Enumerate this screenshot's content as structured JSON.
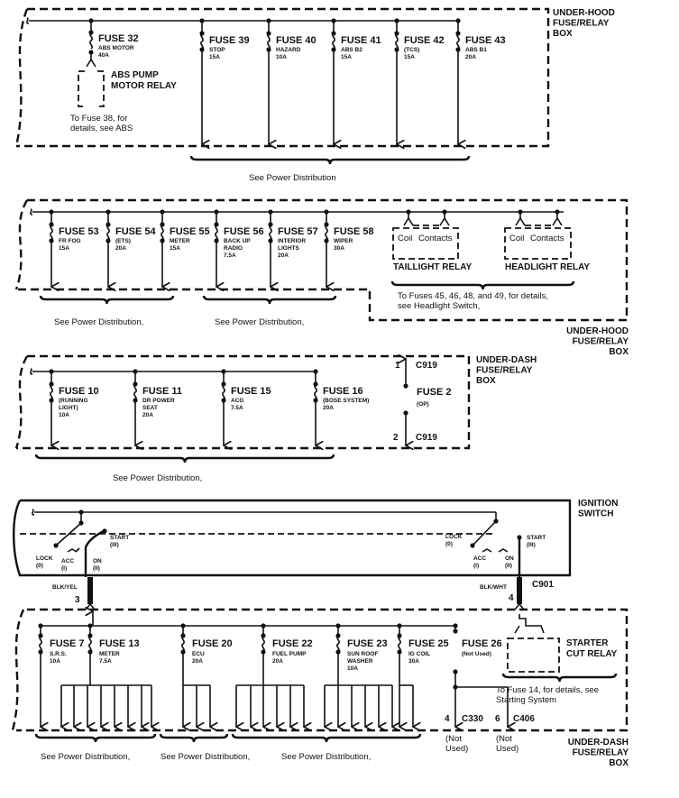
{
  "sections": [
    {
      "box_label": [
        "UNDER-HOOD",
        "FUSE/RELAY",
        "BOX"
      ],
      "fuses": [
        {
          "name": "FUSE 39",
          "desc": [
            "STOP",
            "15A"
          ]
        },
        {
          "name": "FUSE 40",
          "desc": [
            "HAZARD",
            "10A"
          ]
        },
        {
          "name": "FUSE 41",
          "desc": [
            "ABS B2",
            "15A"
          ]
        },
        {
          "name": "FUSE 42",
          "desc": [
            "(TCS)",
            "15A"
          ]
        },
        {
          "name": "FUSE 43",
          "desc": [
            "ABS B1",
            "20A"
          ]
        }
      ],
      "fuse32": {
        "name": "FUSE 32",
        "desc": [
          "ABS MOTOR",
          "40A"
        ]
      },
      "relay": [
        "ABS PUMP",
        "MOTOR RELAY"
      ],
      "relay_note": [
        "To Fuse 38, for",
        "details, see ABS"
      ],
      "notes": [
        "See Power Distribution"
      ]
    },
    {
      "box_label": [
        "UNDER-HOOD",
        "FUSE/RELAY",
        "BOX"
      ],
      "fuses": [
        {
          "name": "FUSE 53",
          "desc": [
            "FR FOG",
            "15A"
          ]
        },
        {
          "name": "FUSE 54",
          "desc": [
            "(ETS)",
            "20A"
          ]
        },
        {
          "name": "FUSE 55",
          "desc": [
            "METER",
            "15A"
          ]
        },
        {
          "name": "FUSE 56",
          "desc": [
            "BACK UP",
            "RADIO",
            "7.5A"
          ]
        },
        {
          "name": "FUSE 57",
          "desc": [
            "INTERIOR",
            "LIGHTS",
            "20A"
          ]
        },
        {
          "name": "FUSE 58",
          "desc": [
            "WIPER",
            "30A"
          ]
        }
      ],
      "relays": [
        {
          "coil": "Coil",
          "contacts": "Contacts",
          "name": "TAILLIGHT RELAY"
        },
        {
          "coil": "Coil",
          "contacts": "Contacts",
          "name": "HEADLIGHT RELAY"
        }
      ],
      "relay_note": [
        "To Fuses 45, 46, 48, and 49, for details,",
        "see Headlight Switch,"
      ],
      "notes": [
        "See Power Distribution,",
        "See Power Distribution,"
      ]
    },
    {
      "box_label": [
        "UNDER-DASH",
        "FUSE/RELAY",
        "BOX"
      ],
      "fuses": [
        {
          "name": "FUSE 10",
          "desc": [
            "(RUNNING",
            "LIGHT)",
            "10A"
          ]
        },
        {
          "name": "FUSE 11",
          "desc": [
            "DR POWER",
            "SEAT",
            "20A"
          ]
        },
        {
          "name": "FUSE 15",
          "desc": [
            "ACG",
            "7.5A"
          ]
        },
        {
          "name": "FUSE 16",
          "desc": [
            "(BOSE SYSTEM)",
            "20A"
          ]
        }
      ],
      "fuse2": {
        "name": "FUSE 2",
        "desc": "(OP)",
        "pin_top": "1",
        "pin_bottom": "2",
        "connector": "C919"
      },
      "notes": [
        "See Power Distribution,"
      ]
    },
    {
      "box_label": [
        "IGNITION",
        "SWITCH"
      ],
      "positions": {
        "lock": [
          "LOCK",
          "(0)"
        ],
        "acc": [
          "ACC",
          "(I)"
        ],
        "on": [
          "ON",
          "(II)"
        ],
        "start": [
          "START",
          "(III)"
        ]
      },
      "wires": [
        {
          "color": "BLK/YEL",
          "pin": "3"
        },
        {
          "color": "BLK/WHT",
          "pin": "4"
        }
      ],
      "connector": "C901"
    },
    {
      "box_label": [
        "UNDER-DASH",
        "FUSE/RELAY",
        "BOX"
      ],
      "fuses": [
        {
          "name": "FUSE 7",
          "desc": [
            "S.R.S.",
            "10A"
          ]
        },
        {
          "name": "FUSE 13",
          "desc": [
            "METER",
            "7.5A"
          ]
        },
        {
          "name": "FUSE 20",
          "desc": [
            "ECU",
            "20A"
          ]
        },
        {
          "name": "FUSE 22",
          "desc": [
            "FUEL PUMP",
            "20A"
          ]
        },
        {
          "name": "FUSE 23",
          "desc": [
            "SUN ROOF",
            "WASHER",
            "10A"
          ]
        },
        {
          "name": "FUSE 25",
          "desc": [
            "IG COIL",
            "30A"
          ]
        },
        {
          "name": "FUSE 26",
          "desc": [
            "(Not Used)"
          ]
        }
      ],
      "relay": [
        "STARTER",
        "CUT RELAY"
      ],
      "relay_note": [
        "To Fuse 14, for details, see",
        "Starting System"
      ],
      "connectors": [
        {
          "pin": "4",
          "name": "C330",
          "note": [
            "(Not",
            "Used)"
          ]
        },
        {
          "pin": "6",
          "name": "C406",
          "note": [
            "(Not",
            "Used)"
          ]
        }
      ],
      "notes": [
        "See Power Distribution,",
        "See Power Distribution,",
        "See Power Distribution,"
      ]
    }
  ]
}
